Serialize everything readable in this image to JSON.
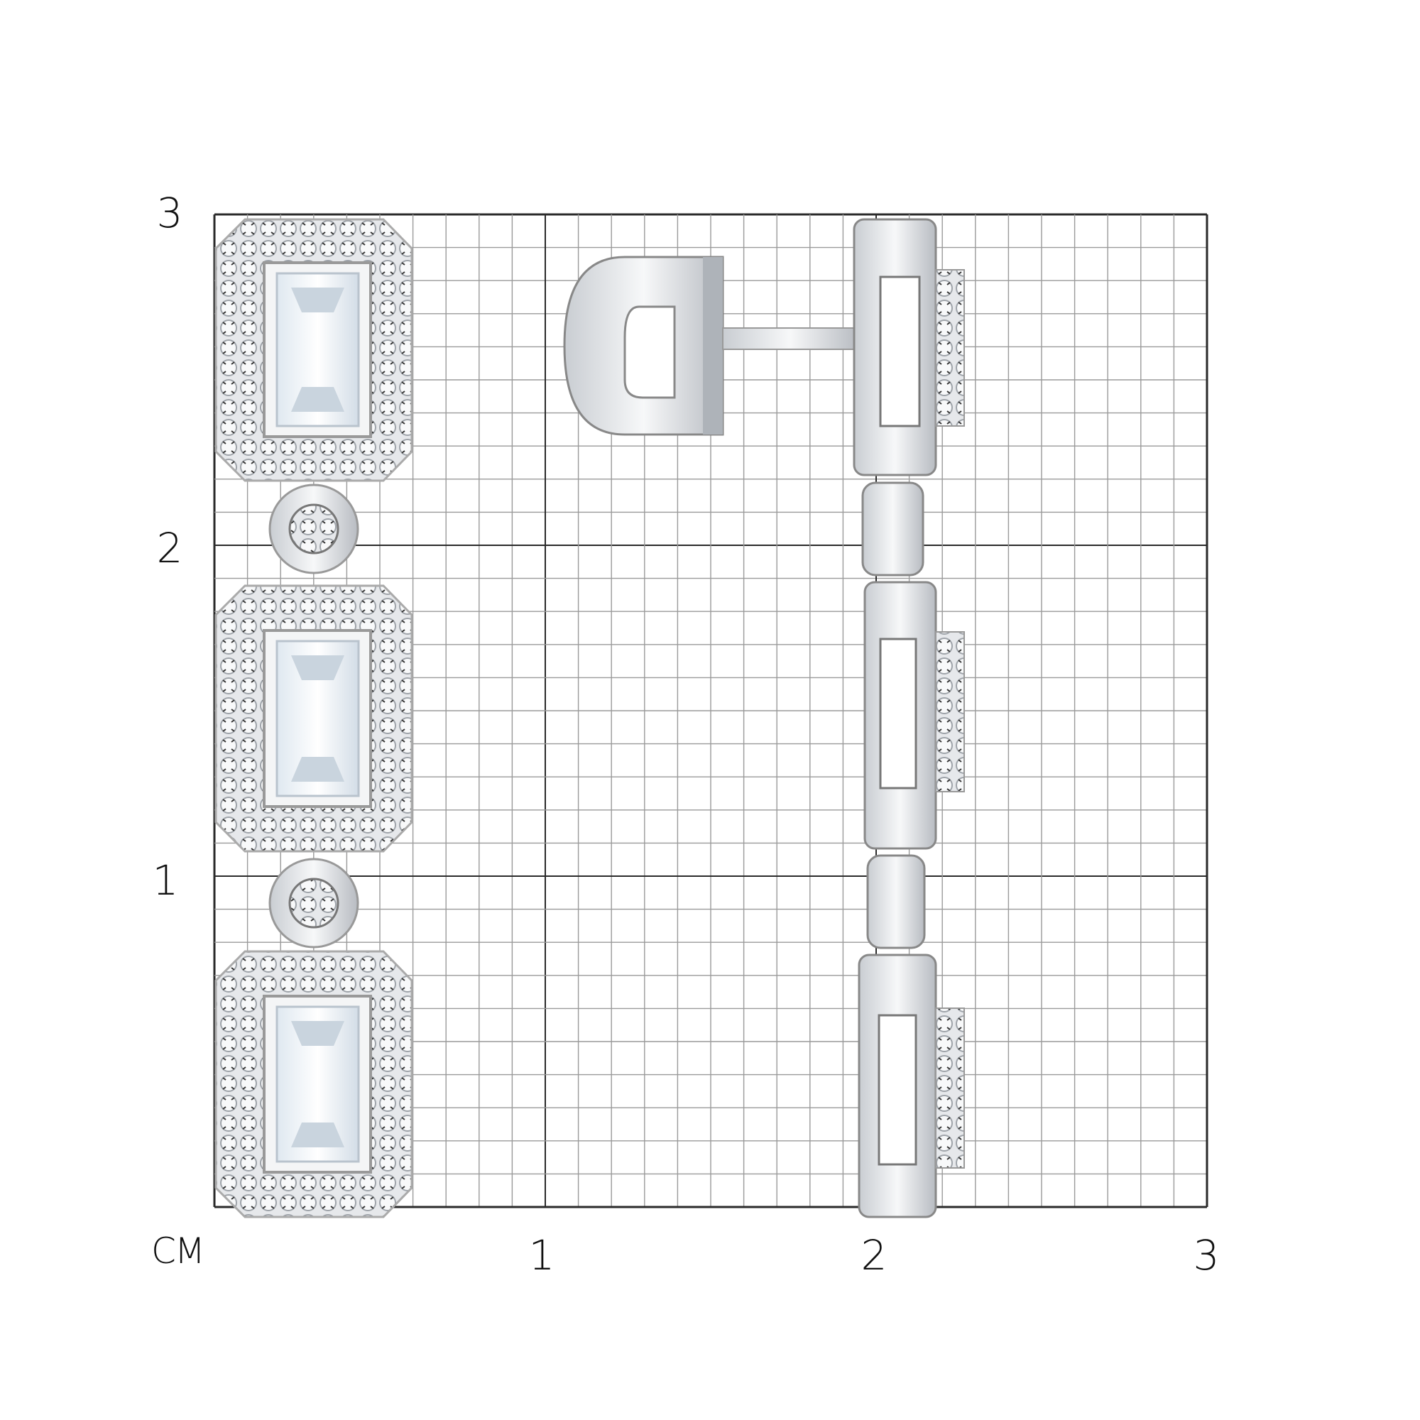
{
  "scale": {
    "unit_label": "СМ",
    "y_labels": [
      "3",
      "2",
      "1"
    ],
    "x_labels": [
      "1",
      "2",
      "3"
    ],
    "range_cm": [
      0,
      3
    ],
    "minor_divisions_per_cm": 10
  },
  "colors": {
    "minor_grid": "#9a9a9a",
    "major_grid": "#2a2a2a",
    "metal": "#d9dce0",
    "stone": "#eef3f8"
  }
}
